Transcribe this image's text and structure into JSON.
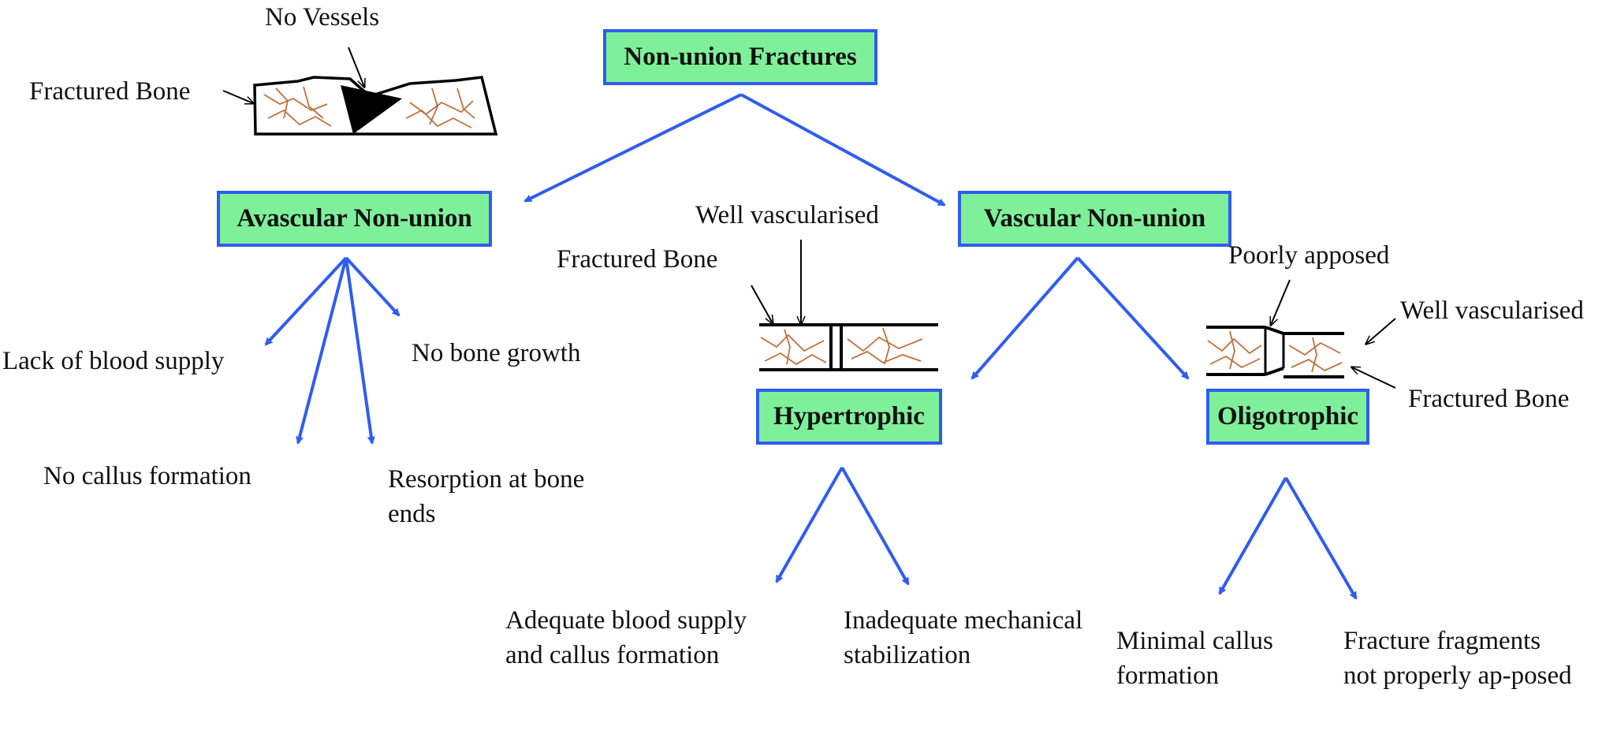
{
  "nodes": {
    "root": "Non-union Fractures",
    "avascular": "Avascular Non-union",
    "vascular": "Vascular Non-union",
    "hypertrophic": "Hypertrophic",
    "oligotrophic": "Oligotrophic"
  },
  "avascular_features": {
    "lack_blood": "Lack of blood supply",
    "no_growth": "No bone growth",
    "no_callus": "No callus formation",
    "resorption": "Resorption at bone ends"
  },
  "hypertrophic_features": {
    "adequate": "Adequate blood supply and callus formation",
    "inadequate": "Inadequate mechanical stabilization"
  },
  "oligotrophic_features": {
    "minimal": "Minimal callus formation",
    "fragments": "Fracture fragments not properly ap-posed"
  },
  "illustrations": {
    "avascular": {
      "no_vessels": "No Vessels",
      "fractured_bone": "Fractured Bone"
    },
    "hypertrophic": {
      "well_vascularised": "Well vascularised",
      "fractured_bone": "Fractured Bone"
    },
    "oligotrophic": {
      "poorly_apposed": "Poorly apposed",
      "well_vascularised": "Well vascularised",
      "fractured_bone": "Fractured Bone"
    }
  },
  "colors": {
    "box_fill": "#7ff09a",
    "box_border": "#2f5df0",
    "arrow": "#2f5df0",
    "vessel": "#c0703a"
  }
}
